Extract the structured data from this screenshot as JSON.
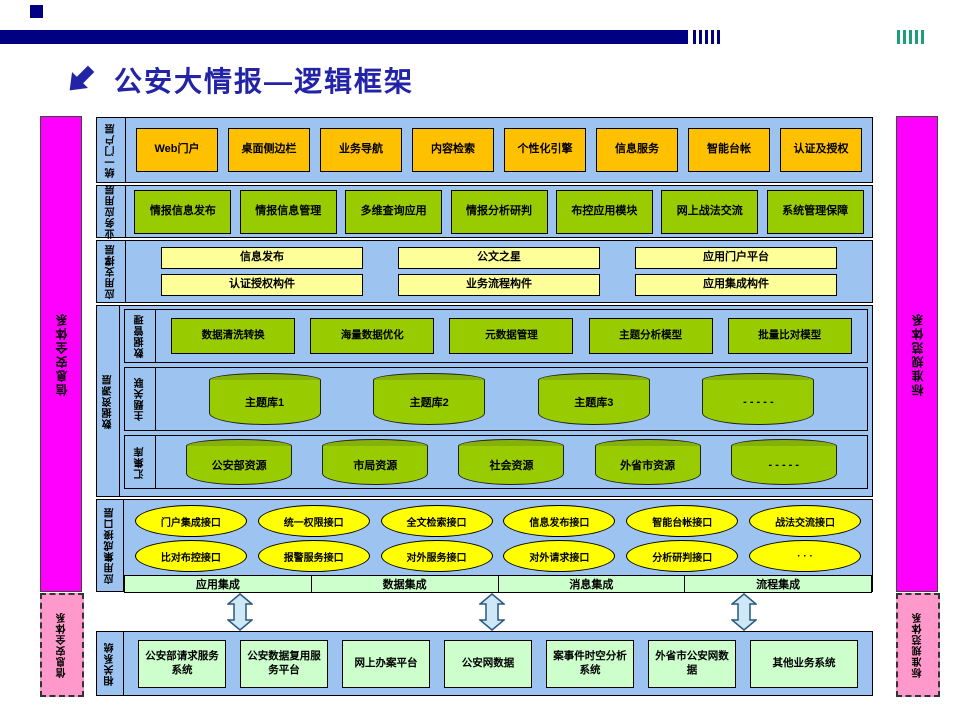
{
  "header": {
    "title": "公安大情报—逻辑框架"
  },
  "sidebars": {
    "left": "信息安全体系",
    "left_bottom": "信息安全体系",
    "right": "标准规范体系",
    "right_bottom": "标准规范体系"
  },
  "layers": {
    "portal": {
      "label": "统一门户层",
      "boxes": [
        "Web门户",
        "桌面侧边栏",
        "业务导航",
        "内容检索",
        "个性化引擎",
        "信息服务",
        "智能台帐",
        "认证及授权"
      ]
    },
    "business": {
      "label": "业务应用层",
      "boxes": [
        "情报信息发布",
        "情报信息管理",
        "多维查询应用",
        "情报分析研判",
        "布控应用模块",
        "网上战法交流",
        "系统管理保障"
      ]
    },
    "support": {
      "label": "应用支撑层",
      "row1": [
        "信息发布",
        "公文之星",
        "应用门户平台"
      ],
      "row2": [
        "认证授权构件",
        "业务流程构件",
        "应用集成构件"
      ]
    },
    "data": {
      "label": "数据资源层",
      "management": {
        "label": "数据管理",
        "boxes": [
          "数据清洗转换",
          "海量数据优化",
          "元数据管理",
          "主题分析模型",
          "批量比对模型"
        ]
      },
      "theme": {
        "label": "主题关联",
        "items": [
          "主题库1",
          "主题库2",
          "主题库3",
          "- - - - -"
        ]
      },
      "collection": {
        "label": "汇集库",
        "items": [
          "公安部资源",
          "市局资源",
          "社会资源",
          "外省市资源",
          "- - - - -"
        ]
      }
    },
    "interface": {
      "label": "应用集成接口层",
      "ovals1": [
        "门户集成接口",
        "统一权限接口",
        "全文检索接口",
        "信息发布接口",
        "智能台帐接口",
        "战法交流接口"
      ],
      "ovals2": [
        "比对布控接口",
        "报警服务接口",
        "对外服务接口",
        "对外请求接口",
        "分析研判接口",
        "· · ·"
      ],
      "strip": [
        "应用集成",
        "数据集成",
        "消息集成",
        "流程集成"
      ]
    },
    "related": {
      "label": "相关系统",
      "boxes": [
        "公安部请求服务系统",
        "公安数据复用服务平台",
        "网上办案平台",
        "公安网数据",
        "案事件时空分析系统",
        "外省市公安网数据",
        "其他业务系统"
      ]
    }
  },
  "colors": {
    "title_blue": "#2323A8",
    "topbar_navy": "#000082",
    "stripe_teal": "#1E9E78",
    "panel_blue": "#9DC3F0",
    "box_orange": "#FFC000",
    "box_green": "#99CC00",
    "box_pale_yellow": "#FFFF99",
    "oval_yellow": "#FFFF00",
    "box_mint": "#CCFFCC",
    "cylinder_green": "#99CC00",
    "cylinder_top_green": "#86B10A",
    "sidebar_magenta": "#FF00FF",
    "sidebar_pink": "#FF99CC"
  }
}
